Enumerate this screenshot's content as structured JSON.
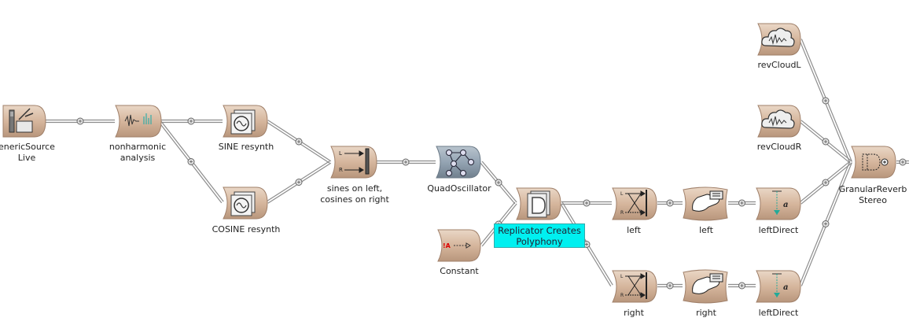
{
  "canvas": {
    "background": "#ffffff"
  },
  "colors": {
    "node_fill": "#d8b9a0",
    "node_dark": "#b08e74",
    "node_blue": "#8c9cab",
    "wire": "#8a8a8a",
    "callout_bg": "#00f0f0"
  },
  "nodes": [
    {
      "id": "generic-source",
      "label": "enericSource\nLive",
      "icon": "tape-deck-icon"
    },
    {
      "id": "nonharmonic-analysis",
      "label": "nonharmonic\nanalysis",
      "icon": "spectrum-icon"
    },
    {
      "id": "sine-resynth",
      "label": "SINE resynth",
      "icon": "oscillator-icon"
    },
    {
      "id": "cosine-resynth",
      "label": "COSINE resynth",
      "icon": "oscillator-icon"
    },
    {
      "id": "sines-on-left",
      "label": "sines on left,\ncosines on right",
      "icon": "lr-pan-icon"
    },
    {
      "id": "quad-oscillator",
      "label": "QuadOscillator",
      "icon": "network-icon"
    },
    {
      "id": "replicator",
      "label": "",
      "icon": "replicator-icon"
    },
    {
      "id": "constant",
      "label": "Constant",
      "icon": "constant-icon"
    },
    {
      "id": "left-mixer",
      "label": "left",
      "icon": "crossfade-icon"
    },
    {
      "id": "right-mixer",
      "label": "right",
      "icon": "crossfade-icon"
    },
    {
      "id": "left-wrap",
      "label": "left",
      "icon": "hand-icon"
    },
    {
      "id": "right-wrap",
      "label": "right",
      "icon": "hand-icon"
    },
    {
      "id": "left-direct",
      "label": "leftDirect",
      "icon": "attenuator-icon"
    },
    {
      "id": "right-direct",
      "label": "leftDirect",
      "icon": "attenuator-icon"
    },
    {
      "id": "rev-cloud-l",
      "label": "revCloudL",
      "icon": "cloud-icon"
    },
    {
      "id": "rev-cloud-r",
      "label": "revCloudR",
      "icon": "cloud-icon"
    },
    {
      "id": "granular-reverb",
      "label": "GranularReverb\nStereo",
      "icon": "reverb-icon"
    }
  ],
  "callout": {
    "text": "Replicator Creates\nPolyphony"
  }
}
